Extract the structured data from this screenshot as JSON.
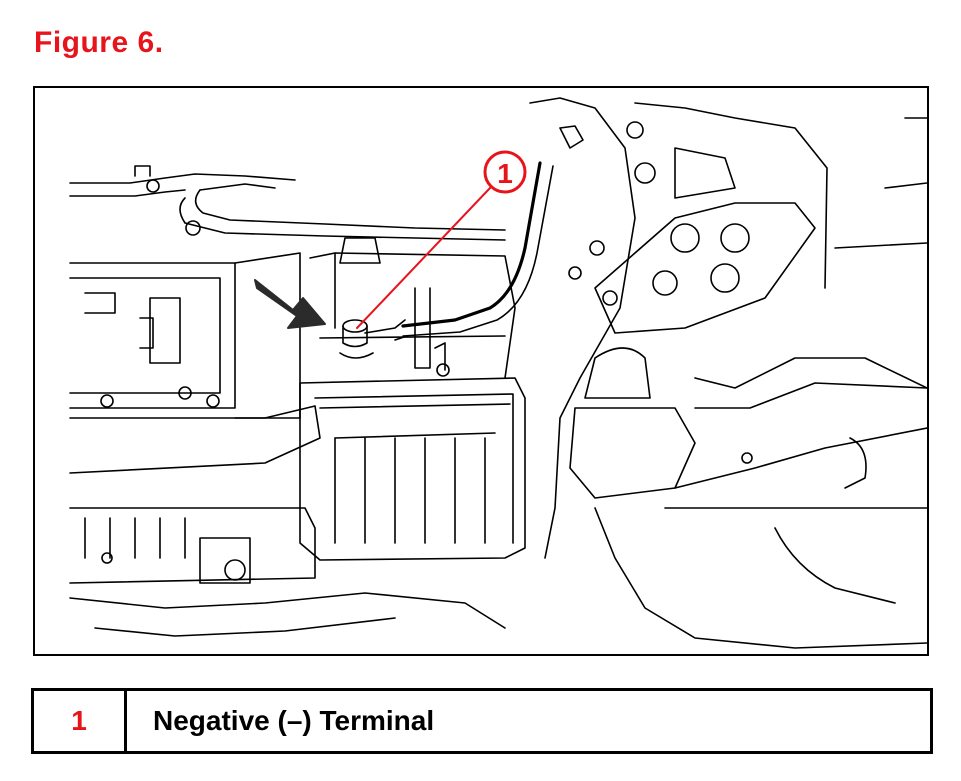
{
  "figure": {
    "title": "Figure 6.",
    "callout_number": "1",
    "accent_color": "#e8141c"
  },
  "legend": {
    "rows": [
      {
        "number": "1",
        "label": "Negative (–) Terminal"
      }
    ]
  }
}
